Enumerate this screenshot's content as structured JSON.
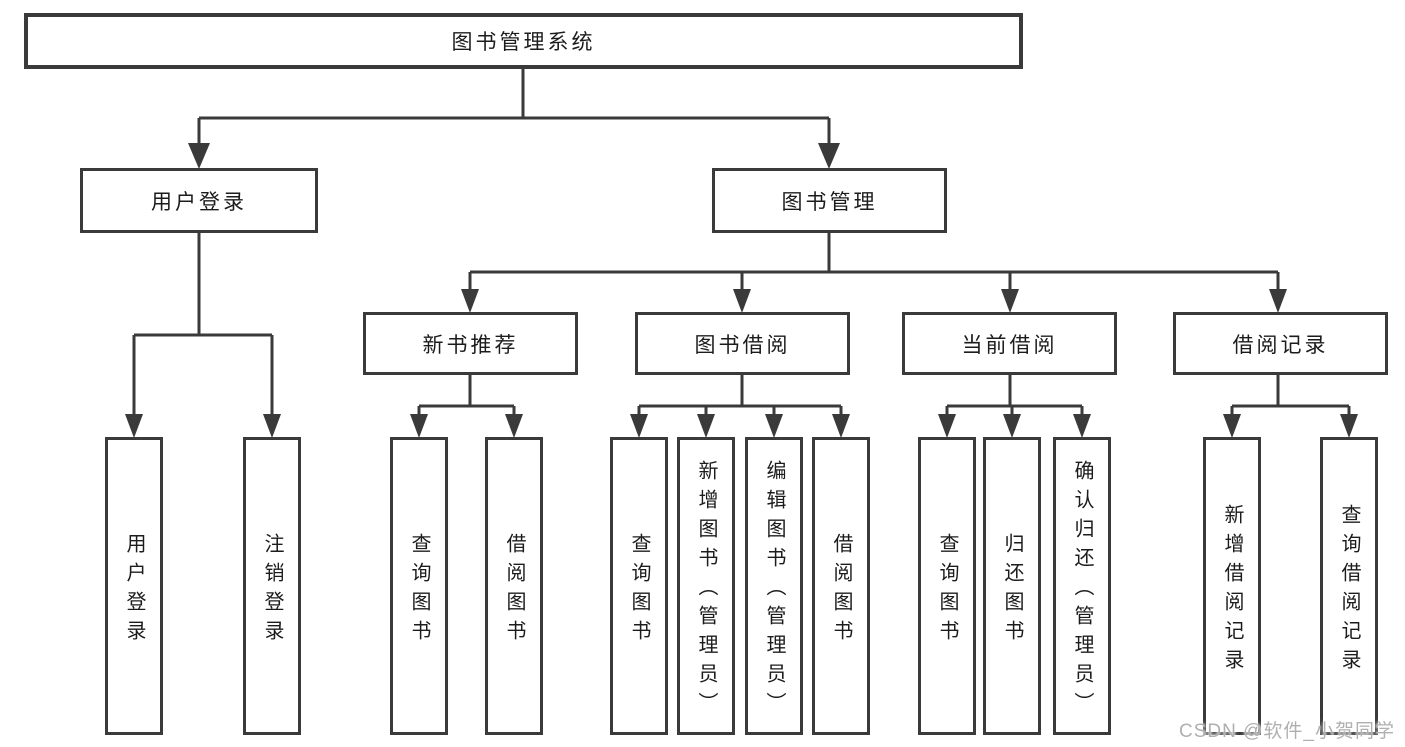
{
  "colors": {
    "line": "#3a3a3a",
    "text": "#1c1c1c",
    "watermark": "#b0b0b0",
    "bg": "#ffffff"
  },
  "tree": {
    "label": "图书管理系统",
    "children": [
      {
        "label": "用户登录",
        "children": [
          {
            "label": "用户登录"
          },
          {
            "label": "注销登录"
          }
        ]
      },
      {
        "label": "图书管理",
        "children": [
          {
            "label": "新书推荐",
            "children": [
              {
                "label": "查询图书"
              },
              {
                "label": "借阅图书"
              }
            ]
          },
          {
            "label": "图书借阅",
            "children": [
              {
                "label": "查询图书"
              },
              {
                "label": "新增图书（管理员）"
              },
              {
                "label": "编辑图书（管理员）"
              },
              {
                "label": "借阅图书"
              }
            ]
          },
          {
            "label": "当前借阅",
            "children": [
              {
                "label": "查询图书"
              },
              {
                "label": "归还图书"
              },
              {
                "label": "确认归还（管理员）"
              }
            ]
          },
          {
            "label": "借阅记录",
            "children": [
              {
                "label": "新增借阅记录"
              },
              {
                "label": "查询借阅记录"
              }
            ]
          }
        ]
      }
    ]
  },
  "watermark": {
    "text": "CSDN @软件_小贺同学"
  }
}
